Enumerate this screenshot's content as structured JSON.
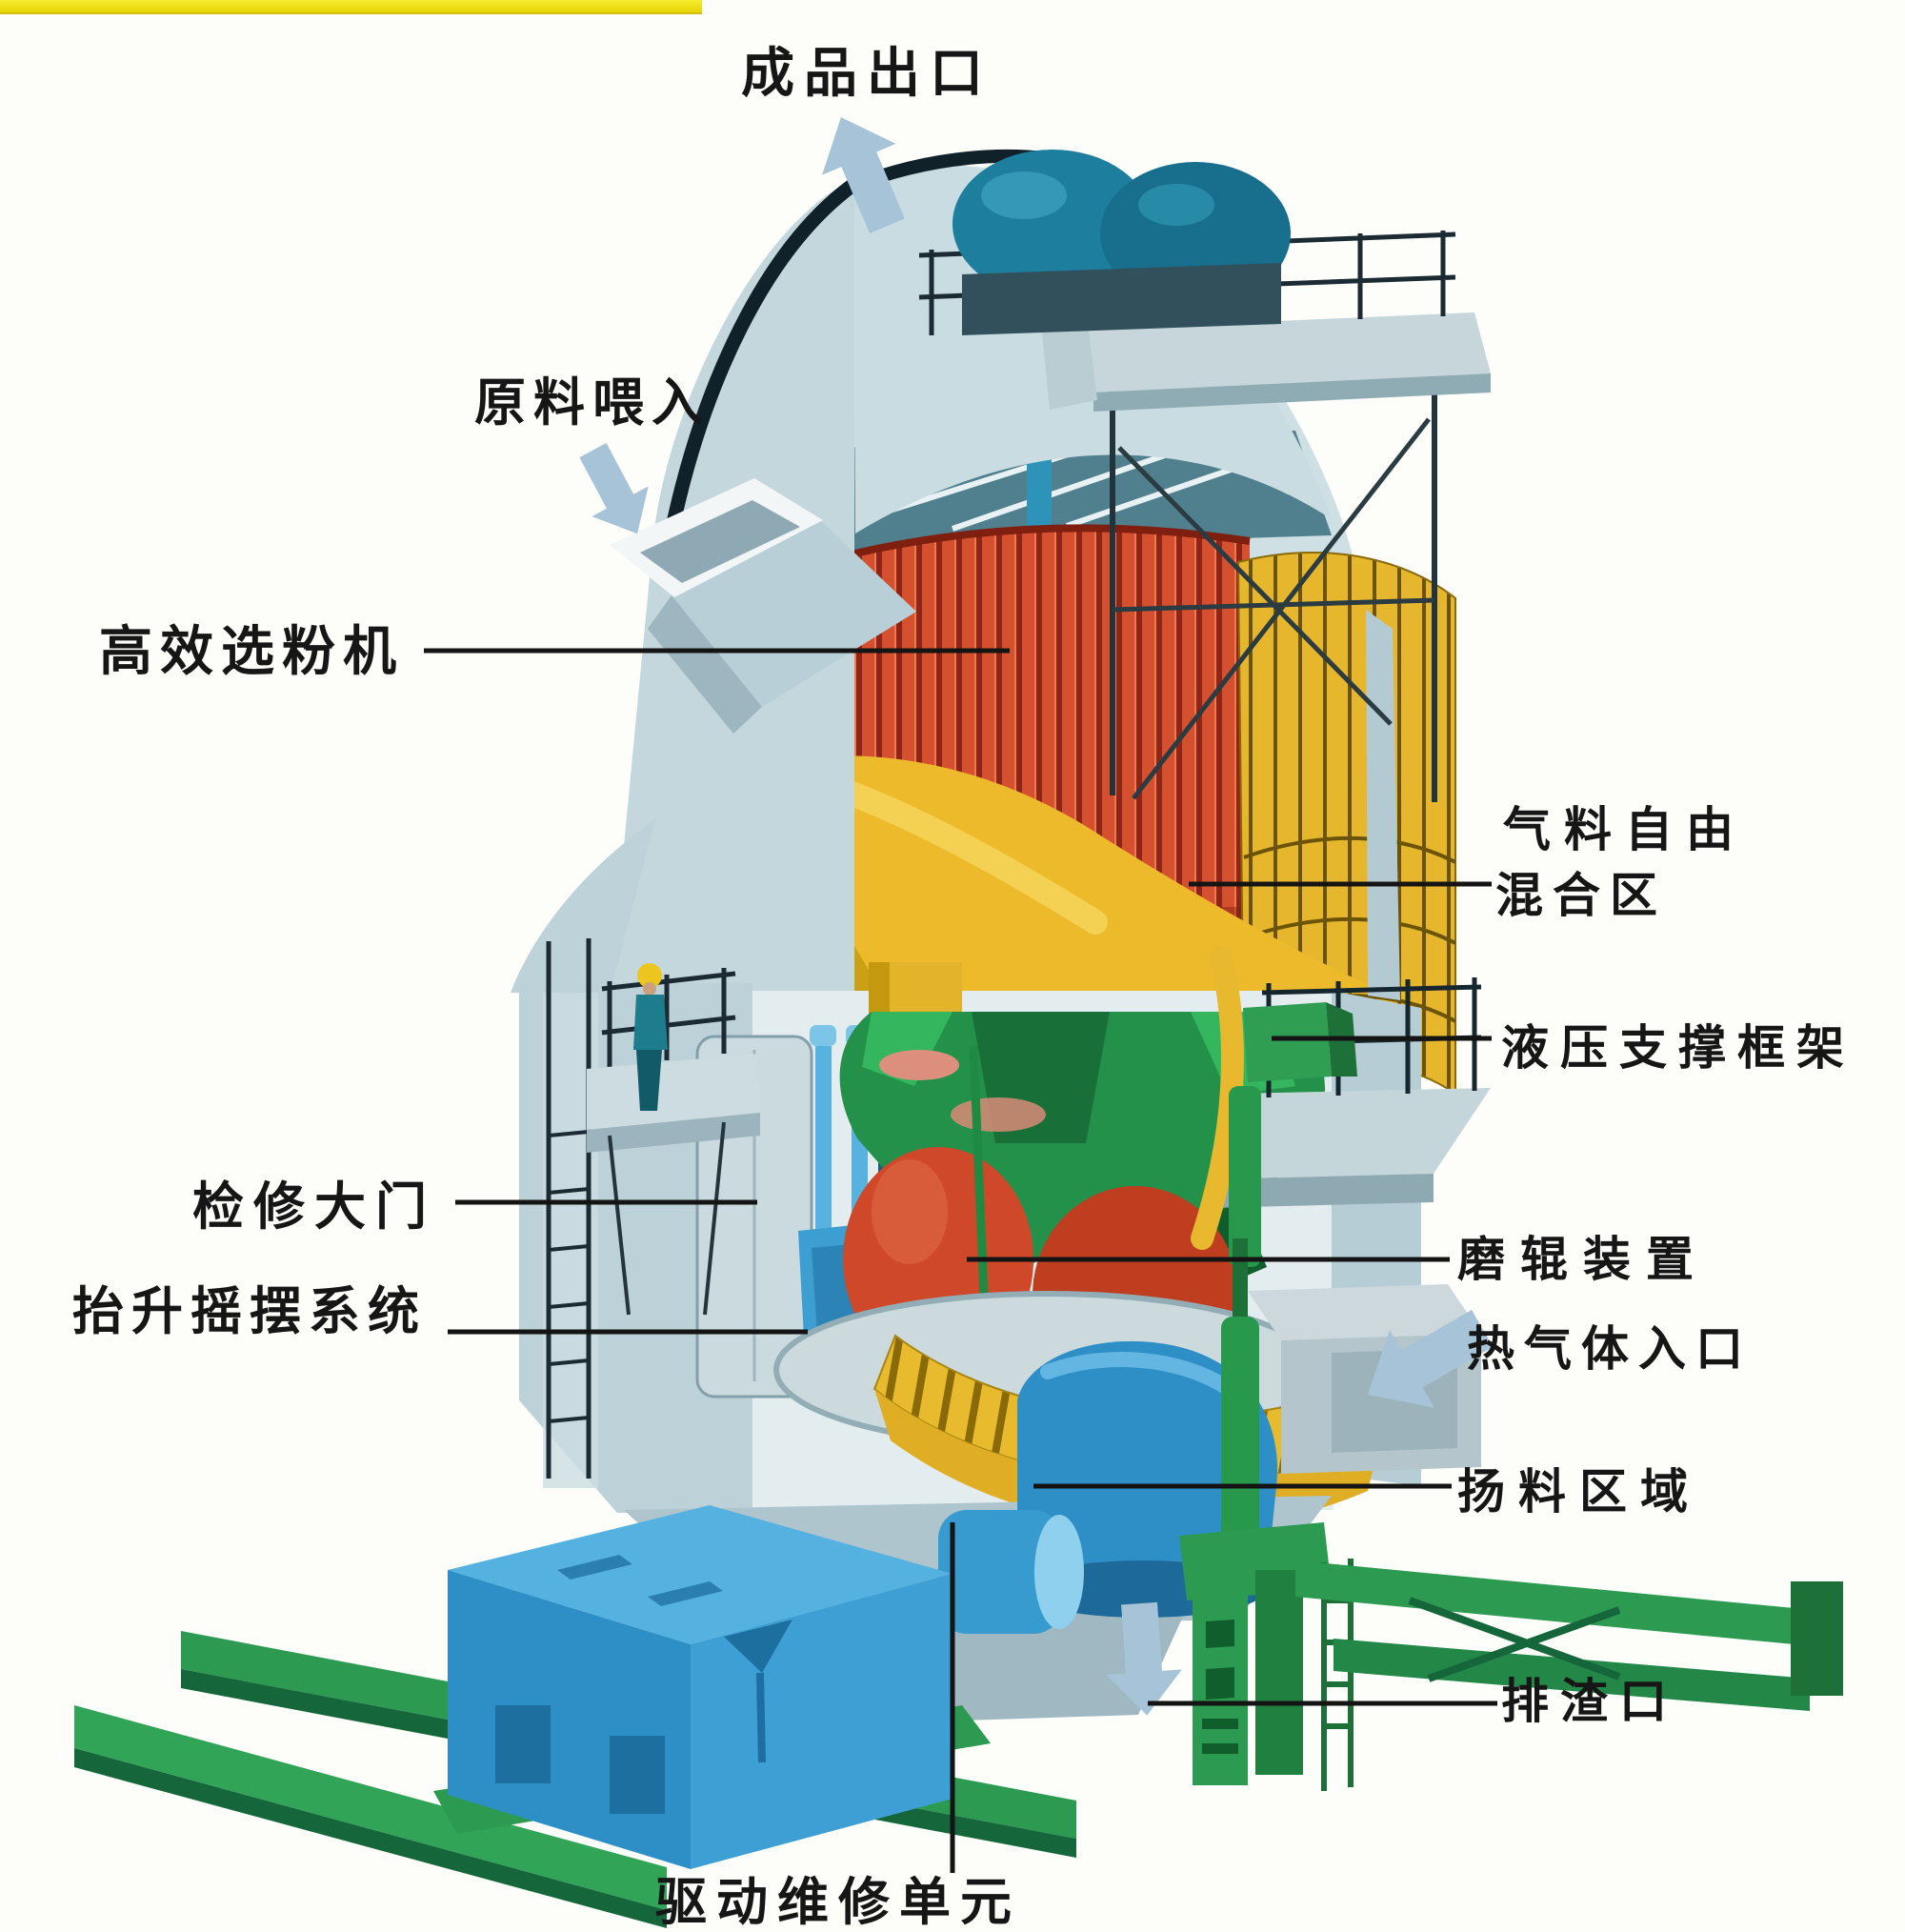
{
  "page": {
    "top_bar_color": "#f0e312",
    "background": "#fdfdfa"
  },
  "labels": {
    "finished_outlet": "成品出口",
    "raw_feed": "原料喂入",
    "classifier": "高效选粉机",
    "mixing_zone_line1": "气料自由",
    "mixing_zone_line2": "混合区",
    "hydraulic_frame": "液压支撑框架",
    "maintenance_door": "检修大门",
    "roller_device": "磨辊装置",
    "lift_swing_system": "抬升摇摆系统",
    "hot_gas_inlet": "热气体入口",
    "material_lift_zone": "扬料区域",
    "slag_outlet": "排渣口",
    "drive_service_unit": "驱动维修单元"
  },
  "palette": {
    "arrow_blue": "#a6c3d8",
    "leader_black": "#141414",
    "housing_gray_blue": "#c9dce2",
    "classifier_red": "#d5502e",
    "cone_yellow": "#ecba2b",
    "frame_green": "#23914a",
    "motor_blue": "#3d9fd3",
    "roller_red": "#ce4829",
    "hydraulic_light_blue": "#57b2df",
    "base_green": "#2c9a50"
  }
}
